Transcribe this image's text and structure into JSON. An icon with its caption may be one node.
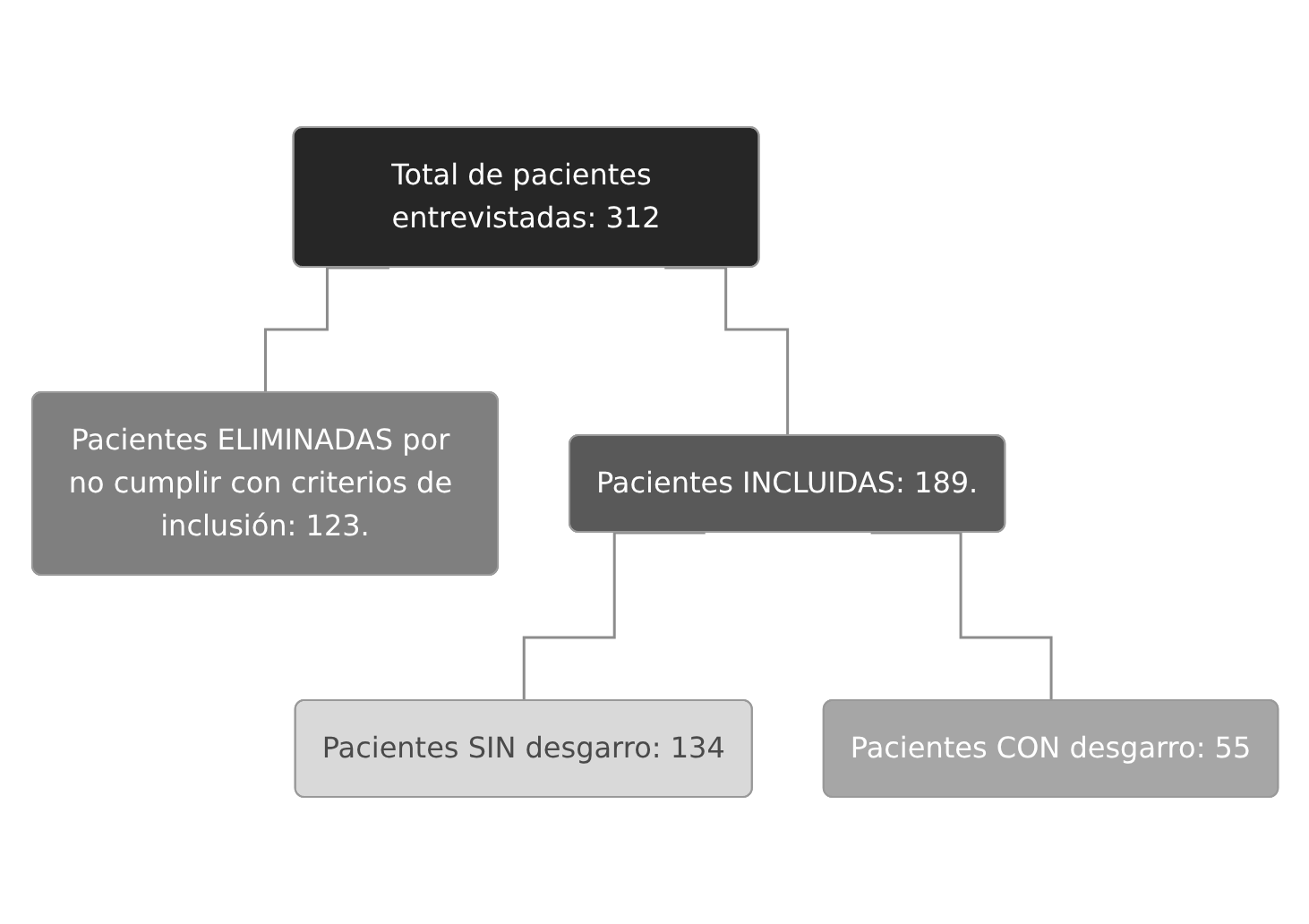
{
  "diagram": {
    "nodes": [
      {
        "text": [
          "Total de pacientes entrevistadas: 312"
        ]
      },
      {
        "text": [
          "Pacientes ELIMINADAS por no cumplir con criterios de inclusión: 123."
        ]
      },
      {
        "text": [
          "Pacientes INCLUIDAS: 189."
        ]
      },
      {
        "text": [
          "Pacientes SIN desgarro: 134"
        ]
      },
      {
        "text": [
          "Pacientes CON desgarro: 55"
        ]
      }
    ],
    "edges": [
      {
        "from": 0,
        "to": 1,
        "arrow": "none"
      },
      {
        "from": 0,
        "to": 2,
        "arrow": "none"
      },
      {
        "from": 2,
        "to": 3,
        "arrow": "none"
      },
      {
        "from": 2,
        "to": 4,
        "arrow": "none"
      }
    ]
  }
}
